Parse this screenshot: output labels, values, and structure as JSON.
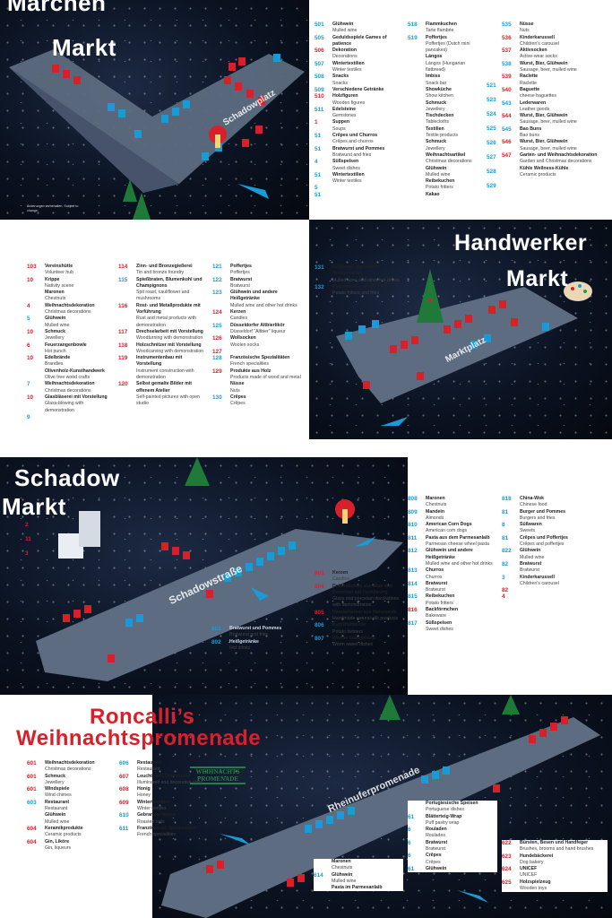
{
  "colors": {
    "red": "#d8202a",
    "blue": "#1a9bd6",
    "night": "#0b1322",
    "ground": "#5d6c80"
  },
  "section1": {
    "title_l1": "Märchen",
    "title_l2": "Markt",
    "street": "Schadowplatz",
    "note": "Änderungen vorbehalten. Subject to change.",
    "col1": [
      {
        "n": "501",
        "name": "Glühwein",
        "en": "Mulled wine",
        "c": "blue"
      },
      {
        "n": "505",
        "name": "Geduldsspiele Games of patience",
        "en": "",
        "c": "blue"
      },
      {
        "n": "506",
        "name": "Dekoration",
        "en": "Decorations",
        "c": "red"
      },
      {
        "n": "507",
        "name": "Wintertextilien",
        "en": "Winter textiles",
        "c": "blue"
      },
      {
        "n": "508",
        "name": "Snacks",
        "en": "Snacks",
        "c": "blue"
      },
      {
        "n": "509",
        "name": "Verschiedene Getränke",
        "en": "",
        "c": "blue"
      },
      {
        "n": "510",
        "name": "Holzfiguren",
        "en": "Wooden figures",
        "c": "red"
      },
      {
        "n": "511",
        "name": "Edelsteine",
        "en": "Gemstones",
        "c": "blue"
      },
      {
        "n": "1",
        "name": "Suppen",
        "en": "Soups",
        "c": "red"
      },
      {
        "n": "51",
        "name": "Crêpes und Churros",
        "en": "Crêpes and churros",
        "c": "blue"
      },
      {
        "n": "51",
        "name": "Bratwurst und Pommes",
        "en": "Bratwurst and fries",
        "c": "blue"
      },
      {
        "n": "4",
        "name": "Süßspeisen",
        "en": "Sweet dishes",
        "c": "blue"
      },
      {
        "n": "51",
        "name": "Wintertextilien",
        "en": "Winter textiles",
        "c": "blue"
      },
      {
        "n": "5",
        "name": "",
        "en": "",
        "c": "blue"
      },
      {
        "n": "51",
        "name": "",
        "en": "",
        "c": "blue"
      }
    ],
    "col2": [
      {
        "n": "518",
        "name": "Flammkuchen",
        "en": "Tarte flambée",
        "c": "blue"
      },
      {
        "n": "519",
        "name": "Poffertjes",
        "en": "Poffertjes (Dutch mini pancakes)",
        "c": "blue"
      },
      {
        "n": "",
        "name": "Lángos",
        "en": "Lángos (Hungarian flatbread)",
        "c": "blue"
      },
      {
        "n": "",
        "name": "Imbiss",
        "en": "Snack bar",
        "c": "blue"
      },
      {
        "n": "",
        "name": "Showküche",
        "en": "Show kitchen",
        "c": "blue"
      },
      {
        "n": "",
        "name": "Schmuck",
        "en": "Jewellery",
        "c": "blue"
      },
      {
        "n": "",
        "name": "Tischdecken",
        "en": "Tablecloths",
        "c": "blue"
      },
      {
        "n": "",
        "name": "Textilien",
        "en": "Textile products",
        "c": "blue"
      },
      {
        "n": "",
        "name": "Schmuck",
        "en": "Jewellery",
        "c": "blue"
      },
      {
        "n": "",
        "name": "Weihnachtsartikel",
        "en": "Christmas decorations",
        "c": "blue"
      },
      {
        "n": "",
        "name": "Glühwein",
        "en": "Mulled wine",
        "c": "blue"
      },
      {
        "n": "",
        "name": "Reibekuchen",
        "en": "Potato fritters",
        "c": "blue"
      },
      {
        "n": "",
        "name": "Kakao",
        "en": "",
        "c": "blue"
      }
    ],
    "col2nums": [
      "521",
      "523",
      "524",
      "525",
      "526",
      "527",
      "528",
      "529"
    ],
    "col3": [
      {
        "n": "535",
        "name": "Nüsse",
        "en": "Nuts",
        "c": "blue"
      },
      {
        "n": "536",
        "name": "Kinderkarussell",
        "en": "Children's carousel",
        "c": "red"
      },
      {
        "n": "537",
        "name": "Aktivsocken",
        "en": "Active-wear socks",
        "c": "red"
      },
      {
        "n": "538",
        "name": "Wurst, Bier, Glühwein",
        "en": "Sausage, beer, mulled wine",
        "c": "blue"
      },
      {
        "n": "539",
        "name": "Raclette",
        "en": "Raclette",
        "c": "red"
      },
      {
        "n": "540",
        "name": "Baguette",
        "en": "cheese baguettes",
        "c": "red"
      },
      {
        "n": "543",
        "name": "Lederwaren",
        "en": "Leather goods",
        "c": "blue"
      },
      {
        "n": "544",
        "name": "Wurst, Bier, Glühwein",
        "en": "Sausage, beer, mulled wine",
        "c": "red"
      },
      {
        "n": "545",
        "name": "Bao Buns",
        "en": "Bao buns",
        "c": "blue"
      },
      {
        "n": "546",
        "name": "Wurst, Bier, Glühwein",
        "en": "Sausage, beer, mulled wine",
        "c": "red"
      },
      {
        "n": "547",
        "name": "Garten- und Weihnachtsdekoration",
        "en": "Garden and Christmas decorations",
        "c": "red"
      },
      {
        "n": "",
        "name": "Kühle Wellness-Kühle",
        "en": "Ceramic products",
        "c": "red"
      }
    ]
  },
  "section2": {
    "title_l1": "Handwerker",
    "title_l2": "Markt",
    "street": "Marktplatz",
    "col1": [
      {
        "n": "103",
        "name": "Vereinshütte",
        "en": "Volunteer hub",
        "c": "red"
      },
      {
        "n": "10",
        "name": "Krippe",
        "en": "Nativity scene",
        "c": "red"
      },
      {
        "n": "",
        "name": "Maronen",
        "en": "Chestnuts",
        "c": "red"
      },
      {
        "n": "4",
        "name": "Weihnachtsdekoration",
        "en": "Christmas decorations",
        "c": "red"
      },
      {
        "n": "5",
        "name": "Glühwein",
        "en": "Mulled wine",
        "c": "blue"
      },
      {
        "n": "10",
        "name": "Schmuck",
        "en": "Jewellery",
        "c": "red"
      },
      {
        "n": "6",
        "name": "Feuerzangenbowle",
        "en": "Hot punch",
        "c": "red"
      },
      {
        "n": "10",
        "name": "Edelbrände",
        "en": "Brandies",
        "c": "red"
      },
      {
        "n": "",
        "name": "Olivenholz-Kunsthandwerk",
        "en": "Olive tree wood crafts",
        "c": "red"
      },
      {
        "n": "7",
        "name": "Weihnachtsdekoration",
        "en": "Christmas decorations",
        "c": "blue"
      },
      {
        "n": "10",
        "name": "Glasbläserei mit Vorstellung",
        "en": "Glass-blowing with demonstration",
        "c": "red"
      },
      {
        "n": "9",
        "name": "",
        "en": "",
        "c": "blue"
      }
    ],
    "col2": [
      {
        "n": "114",
        "name": "Zinn- und Bronzegießerei",
        "en": "Tin and bronze foundry",
        "c": "red"
      },
      {
        "n": "115",
        "name": "Spießbraten, Blumenkohl und Champignons",
        "en": "Spit roast, cauliflower and mushrooms",
        "c": "blue"
      },
      {
        "n": "116",
        "name": "Rost- und Metallprodukte mit Vorführung",
        "en": "Rust and metal products with demonstration",
        "c": "red"
      },
      {
        "n": "117",
        "name": "Drechselarbeit mit Vorstellung",
        "en": "Woodturning with demonstration",
        "c": "red"
      },
      {
        "n": "118",
        "name": "Holzschnitzer mit Vorstellung",
        "en": "Woodcarving with demonstration",
        "c": "red"
      },
      {
        "n": "119",
        "name": "Instrumentenbau mit Vorstellung",
        "en": "Instrument construction with demonstration",
        "c": "red"
      },
      {
        "n": "120",
        "name": "Selbst gemalte Bilder mit offenem Atelier",
        "en": "Self-painted pictures with open studio",
        "c": "red"
      }
    ],
    "col3": [
      {
        "n": "121",
        "name": "Poffertjes",
        "en": "Poffertjes",
        "c": "blue"
      },
      {
        "n": "122",
        "name": "Bratwurst",
        "en": "Bratwurst",
        "c": "blue"
      },
      {
        "n": "123",
        "name": "Glühwein und andere Heißgetränke",
        "en": "Mulled wine and other hot drinks",
        "c": "blue"
      },
      {
        "n": "124",
        "name": "Kerzen",
        "en": "Candles",
        "c": "red"
      },
      {
        "n": "125",
        "name": "Düsseldorfer Altbierlikör",
        "en": "Düsseldorf \"Altbier\" liqueur",
        "c": "blue"
      },
      {
        "n": "126",
        "name": "Wollsocken",
        "en": "Woolen socks",
        "c": "red"
      },
      {
        "n": "127",
        "name": "",
        "en": "",
        "c": "red"
      },
      {
        "n": "128",
        "name": "Französische Spezialitäten",
        "en": "French specialities",
        "c": "blue"
      },
      {
        "n": "129",
        "name": "Produkte aus Holz",
        "en": "Products made of wood and metal",
        "c": "red"
      },
      {
        "n": "",
        "name": "Nüsse",
        "en": "Nuts",
        "c": "blue"
      },
      {
        "n": "130",
        "name": "Crêpes",
        "en": "Crêpes",
        "c": "blue"
      }
    ],
    "col4": [
      {
        "n": "131",
        "name": "Glühwein und andere Heißgetränke",
        "en": "Mulled wine and other hot drinks",
        "c": "blue"
      },
      {
        "n": "132",
        "name": "Reibekuchen und Pommes",
        "en": "Potato fritters and fries",
        "c": "blue"
      }
    ]
  },
  "section3": {
    "title_l1": "Schadow",
    "title_l2": "Markt",
    "street": "Schadowstraße",
    "leftnums": [
      "2",
      "11",
      "3"
    ],
    "col1": [
      {
        "n": "803",
        "name": "Kerzen",
        "en": "Candles",
        "c": "red"
      },
      {
        "n": "804",
        "name": "Dekorationen aus Glas und Porzellan mit Vorführung",
        "en": "Glass and porcelain decorations with demonstration",
        "c": "red"
      },
      {
        "n": "805",
        "name": "Handarbeiten aus Naturseide",
        "en": "Handmade natural-silk products",
        "c": "red"
      },
      {
        "n": "806",
        "name": "Kartoffeltwister",
        "en": "Potato twisters",
        "c": "blue"
      },
      {
        "n": "807",
        "name": "Warme Süßspeisen",
        "en": "Warm sweet dishes",
        "c": "blue"
      }
    ],
    "col_map": [
      {
        "n": "801",
        "name": "Bratwurst und Pommes",
        "en": "Bratwurst and fries",
        "c": "blue"
      },
      {
        "n": "802",
        "name": "Heißgetränke",
        "en": "Hot drinks",
        "c": "blue"
      }
    ],
    "col2": [
      {
        "n": "808",
        "name": "Maronen",
        "en": "Chestnuts",
        "c": "blue"
      },
      {
        "n": "809",
        "name": "Mandeln",
        "en": "Almonds",
        "c": "blue"
      },
      {
        "n": "810",
        "name": "American Corn Dogs",
        "en": "American corn dogs",
        "c": "blue"
      },
      {
        "n": "811",
        "name": "Pasta aus dem Parmesanlaib",
        "en": "Parmesan cheese wheel pasta",
        "c": "blue"
      },
      {
        "n": "812",
        "name": "Glühwein und andere Heißgetränke",
        "en": "Mulled wine and other hot drinks",
        "c": "blue"
      },
      {
        "n": "813",
        "name": "Churros",
        "en": "Churros",
        "c": "blue"
      },
      {
        "n": "814",
        "name": "Bratwurst",
        "en": "Bratwurst",
        "c": "blue"
      },
      {
        "n": "815",
        "name": "Reibekuchen",
        "en": "Potato fritters",
        "c": "blue"
      },
      {
        "n": "816",
        "name": "Backförmchen",
        "en": "Bakeware",
        "c": "red"
      },
      {
        "n": "817",
        "name": "Süßspeisen",
        "en": "Sweet dishes",
        "c": "blue"
      }
    ],
    "col3": [
      {
        "n": "818",
        "name": "China-Wok",
        "en": "Chinese food",
        "c": "blue"
      },
      {
        "n": "81",
        "name": "Burger und Pommes",
        "en": "Burgers and fries",
        "c": "blue"
      },
      {
        "n": "8",
        "name": "Süßwaren",
        "en": "Sweets",
        "c": "blue"
      },
      {
        "n": "81",
        "name": "Crêpes und Poffertjes",
        "en": "Crêpes and poffertjes",
        "c": "blue"
      },
      {
        "n": "822",
        "name": "Glühwein",
        "en": "Mulled wine",
        "c": "blue"
      },
      {
        "n": "82",
        "name": "Bratwurst",
        "en": "Bratwurst",
        "c": "blue"
      },
      {
        "n": "3",
        "name": "Kinderkarussell",
        "en": "Children's carousel",
        "c": "blue"
      },
      {
        "n": "82",
        "name": "",
        "en": "",
        "c": "red"
      },
      {
        "n": "4",
        "name": "",
        "en": "",
        "c": "red"
      }
    ]
  },
  "section4": {
    "title_l1": "Roncalli’s",
    "title_l2": "Weihnachtspromenade",
    "street": "Rheinuferpromenade",
    "logo_l1": "WEIHNACHTS",
    "logo_l2": "PROMENADE",
    "col1": [
      {
        "n": "601",
        "name": "Weihnachtsdekoration",
        "en": "Christmas decorations",
        "c": "red"
      },
      {
        "n": "601",
        "name": "Schmuck",
        "en": "Jewellery",
        "c": "red"
      },
      {
        "n": "601",
        "name": "Windspiele",
        "en": "Wind chimes",
        "c": "red"
      },
      {
        "n": "603",
        "name": "Restaurant",
        "en": "Restaurant",
        "c": "blue"
      },
      {
        "n": "",
        "name": "Glühwein",
        "en": "Mulled wine",
        "c": "blue"
      },
      {
        "n": "604",
        "name": "Keramikprodukte",
        "en": "Ceramic products",
        "c": "red"
      },
      {
        "n": "604",
        "name": "Gin, Liköre",
        "en": "Gin, liqueurs",
        "c": "red"
      }
    ],
    "col2": [
      {
        "n": "606",
        "name": "Restaurant",
        "en": "Restaurant",
        "c": "blue"
      },
      {
        "n": "607",
        "name": "Leucht- und Dekosterne",
        "en": "Illuminated and decorative stars",
        "c": "red"
      },
      {
        "n": "608",
        "name": "Honig",
        "en": "Honey",
        "c": "red"
      },
      {
        "n": "609",
        "name": "Wintertextilien",
        "en": "Winter textiles",
        "c": "red"
      },
      {
        "n": "610",
        "name": "Gebrannte Nüsse",
        "en": "Roasted nuts",
        "c": "blue"
      },
      {
        "n": "611",
        "name": "Französische Spezialitäten",
        "en": "French specialities",
        "c": "blue"
      }
    ],
    "col_map": [
      {
        "n": "",
        "name": "Maronen",
        "en": "Chestnuts",
        "c": "blue"
      },
      {
        "n": "614",
        "name": "Glühwein",
        "en": "Mulled wine",
        "c": "blue"
      },
      {
        "n": "",
        "name": "Pasta im Parmesanlaib",
        "en": "",
        "c": "blue"
      }
    ],
    "col3": [
      {
        "n": "",
        "name": "Portugiesische Speisen",
        "en": "Portuguese dishes",
        "c": "blue"
      },
      {
        "n": "61",
        "name": "Blätterteig-Wrap",
        "en": "Puff pastry wrap",
        "c": "blue"
      },
      {
        "n": "6",
        "name": "Rouladen",
        "en": "Roulades",
        "c": "blue"
      },
      {
        "n": "6",
        "name": "Bratwurst",
        "en": "Bratwurst",
        "c": "blue"
      },
      {
        "n": "6",
        "name": "Crêpes",
        "en": "Crêpes",
        "c": "blue"
      },
      {
        "n": "61",
        "name": "Glühwein",
        "en": "",
        "c": "blue"
      }
    ],
    "col4": [
      {
        "n": "622",
        "name": "Bürsten, Besen und Handfeger",
        "en": "Brushes, brooms and hand brushes",
        "c": "red"
      },
      {
        "n": "623",
        "name": "Hundebäckerei",
        "en": "Dog bakery",
        "c": "red"
      },
      {
        "n": "624",
        "name": "UNICEF",
        "en": "UNICEF",
        "c": "red"
      },
      {
        "n": "625",
        "name": "Holzspielzeug",
        "en": "Wooden toys",
        "c": "red"
      }
    ]
  }
}
